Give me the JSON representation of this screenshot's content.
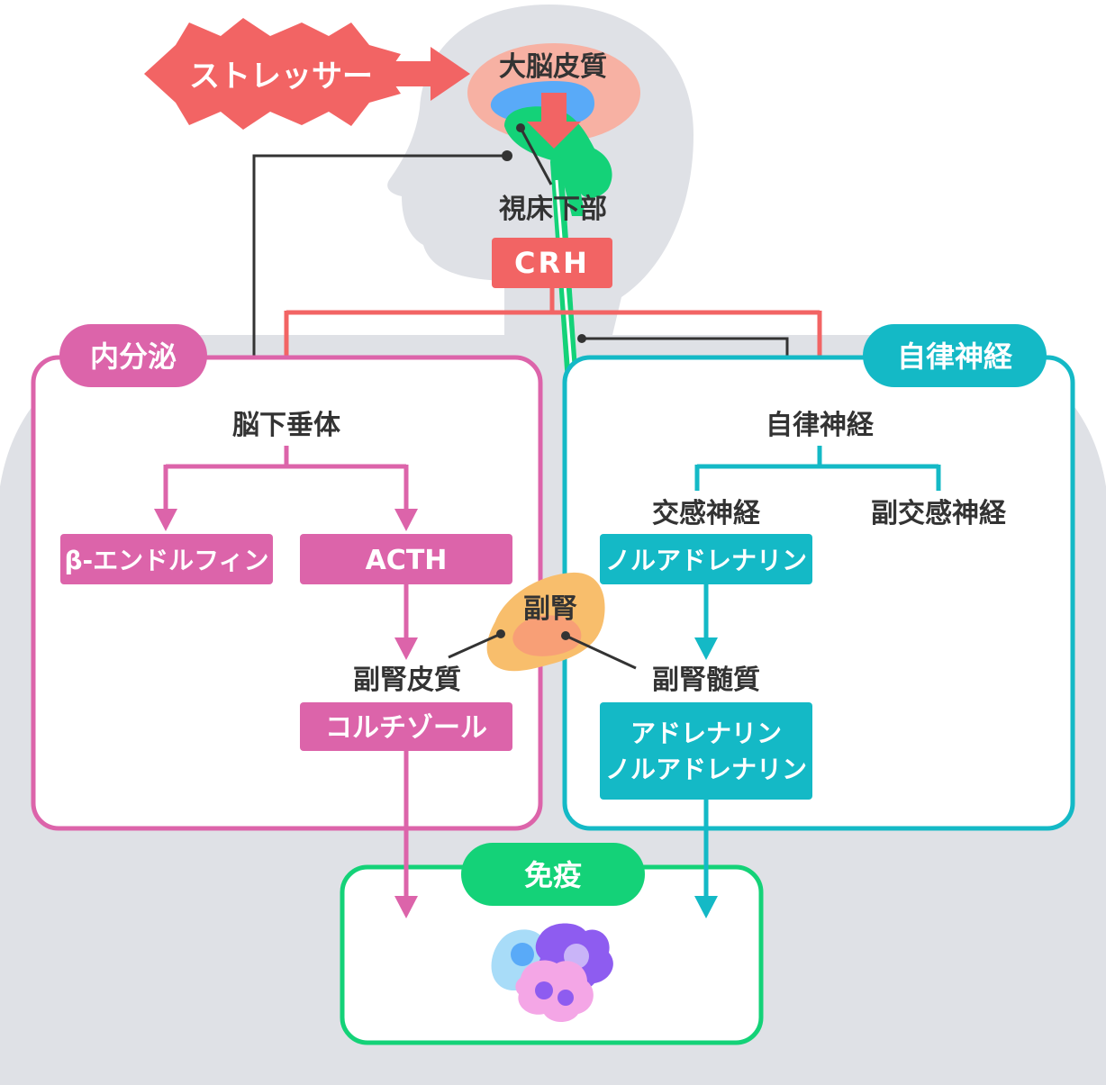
{
  "labels": {
    "stressor": "ストレッサー",
    "cortex": "大脳皮質",
    "hypothalamus": "視床下部",
    "crh": "CRH",
    "endocrine": "内分泌",
    "autonomic_badge": "自律神経",
    "pituitary": "脳下垂体",
    "autonomic_nerve": "自律神経",
    "beta_endorphin": "β-エンドルフィン",
    "acth": "ACTH",
    "sympathetic": "交感神経",
    "parasympathetic": "副交感神経",
    "noradrenaline": "ノルアドレナリン",
    "adrenal": "副腎",
    "adrenal_cortex": "副腎皮質",
    "adrenal_medulla": "副腎髄質",
    "cortisol": "コルチゾール",
    "adrenaline_1": "アドレナリン",
    "adrenaline_2": "ノルアドレナリン",
    "immunity": "免疫"
  },
  "colors": {
    "silhouette": "#dfe1e6",
    "red": "#f26464",
    "pink": "#dc64aa",
    "teal": "#14b9c6",
    "green": "#14d278",
    "brain": "#f7b1a3",
    "ventricle": "#59aaf8",
    "adrenal_outer": "#f8be6c",
    "adrenal_inner": "#f89f76",
    "line": "#333333"
  }
}
